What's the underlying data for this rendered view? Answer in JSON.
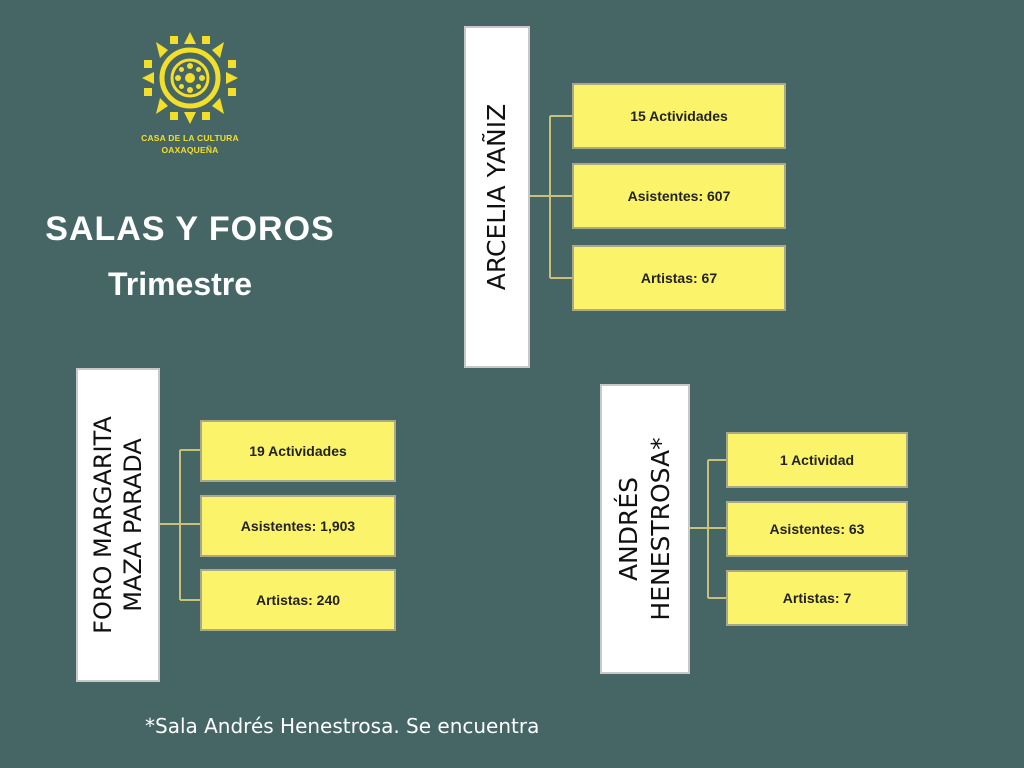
{
  "logo": {
    "line1": "CASA DE LA CULTURA",
    "line2": "OAXAQUEÑA",
    "icon": "sun-logo-icon",
    "color": "#f3df2a"
  },
  "title": {
    "main": "SALAS Y FOROS",
    "sub": "Trimestre"
  },
  "salas": {
    "arcelia": {
      "name_lines": [
        "ARCELIA YAÑIZ"
      ],
      "stats": [
        "15 Actividades",
        "Asistentes: 607",
        "Artistas: 67"
      ]
    },
    "foro": {
      "name_lines": [
        "FORO MARGARITA",
        "MAZA PARADA"
      ],
      "stats": [
        "19 Actividades",
        "Asistentes: 1,903",
        "Artistas: 240"
      ]
    },
    "andres": {
      "name_lines": [
        "ANDRÉS",
        "HENESTROSA*"
      ],
      "stats": [
        "1 Actividad",
        "Asistentes: 63",
        "Artistas: 7"
      ]
    }
  },
  "footnote": "*Sala Andrés Henestrosa. Se encuentra",
  "colors": {
    "background": "#466666",
    "stat_fill": "#fbf46a",
    "connector": "#c9c07a"
  }
}
